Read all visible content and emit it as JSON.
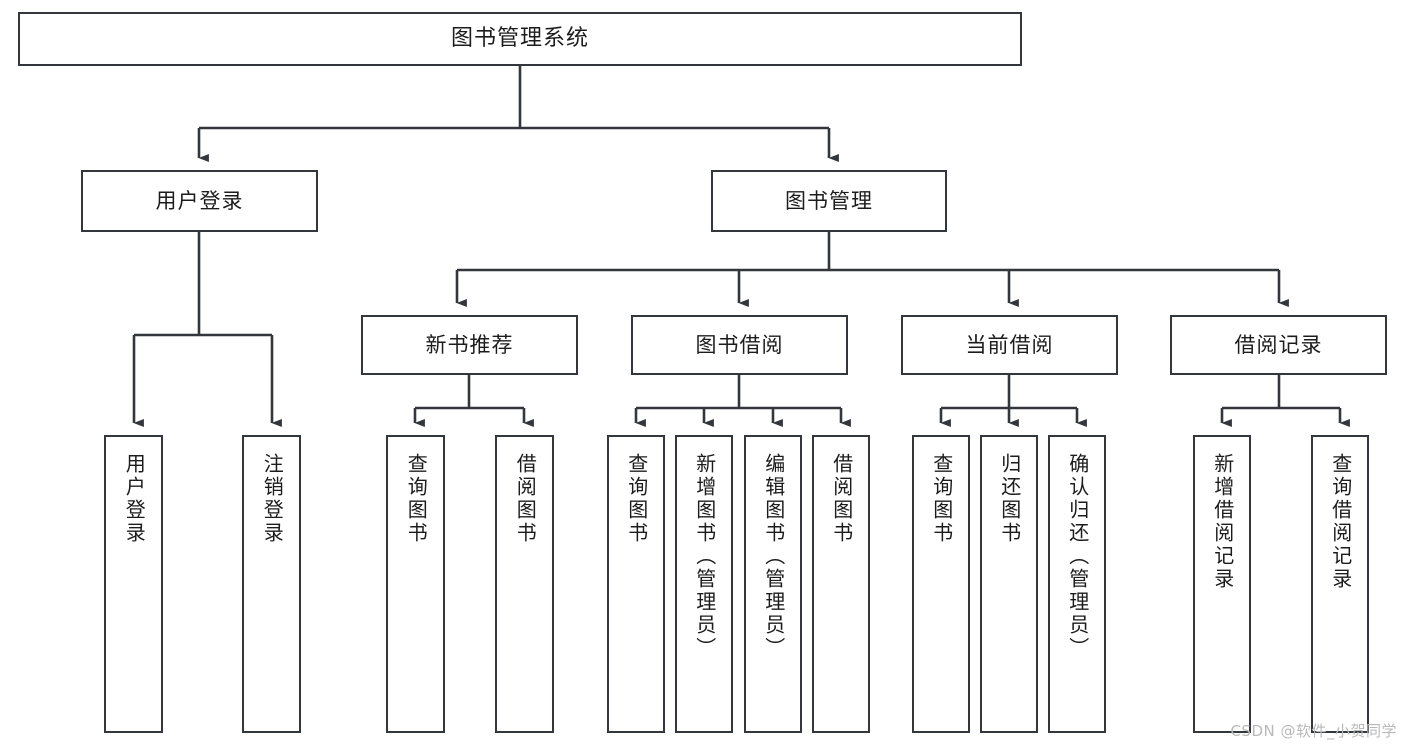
{
  "diagram": {
    "type": "tree",
    "title": "图书管理系统",
    "root": {
      "label": "图书管理系统"
    },
    "level2": [
      {
        "id": "user-login",
        "label": "用户登录"
      },
      {
        "id": "book-manage",
        "label": "图书管理"
      }
    ],
    "level3": [
      {
        "id": "new-book-recommend",
        "label": "新书推荐",
        "parent": "book-manage"
      },
      {
        "id": "book-borrow",
        "label": "图书借阅",
        "parent": "book-manage"
      },
      {
        "id": "current-borrow",
        "label": "当前借阅",
        "parent": "book-manage"
      },
      {
        "id": "borrow-record",
        "label": "借阅记录",
        "parent": "book-manage"
      }
    ],
    "leaves": [
      {
        "id": "leaf-1",
        "label": "用户登录",
        "parent": "user-login"
      },
      {
        "id": "leaf-2",
        "label": "注销登录",
        "parent": "user-login"
      },
      {
        "id": "leaf-3",
        "label": "查询图书",
        "parent": "new-book-recommend"
      },
      {
        "id": "leaf-4",
        "label": "借阅图书",
        "parent": "new-book-recommend"
      },
      {
        "id": "leaf-5",
        "label": "查询图书",
        "parent": "book-borrow"
      },
      {
        "id": "leaf-6",
        "label": "新增图书（管理员）",
        "parent": "book-borrow"
      },
      {
        "id": "leaf-7",
        "label": "编辑图书（管理员）",
        "parent": "book-borrow"
      },
      {
        "id": "leaf-8",
        "label": "借阅图书",
        "parent": "book-borrow"
      },
      {
        "id": "leaf-9",
        "label": "查询图书",
        "parent": "current-borrow"
      },
      {
        "id": "leaf-10",
        "label": "归还图书",
        "parent": "current-borrow"
      },
      {
        "id": "leaf-11",
        "label": "确认归还（管理员）",
        "parent": "current-borrow"
      },
      {
        "id": "leaf-12",
        "label": "新增借阅记录",
        "parent": "borrow-record"
      },
      {
        "id": "leaf-13",
        "label": "查询借阅记录",
        "parent": "borrow-record"
      }
    ],
    "colors": {
      "box_border": "#33373b",
      "box_fill": "#ffffff",
      "connector": "#33373b",
      "text": "#1c1c1c",
      "watermark": "#b9b9b9",
      "background": "#ffffff"
    }
  },
  "watermark": {
    "text": "CSDN @软件_小贺同学"
  }
}
